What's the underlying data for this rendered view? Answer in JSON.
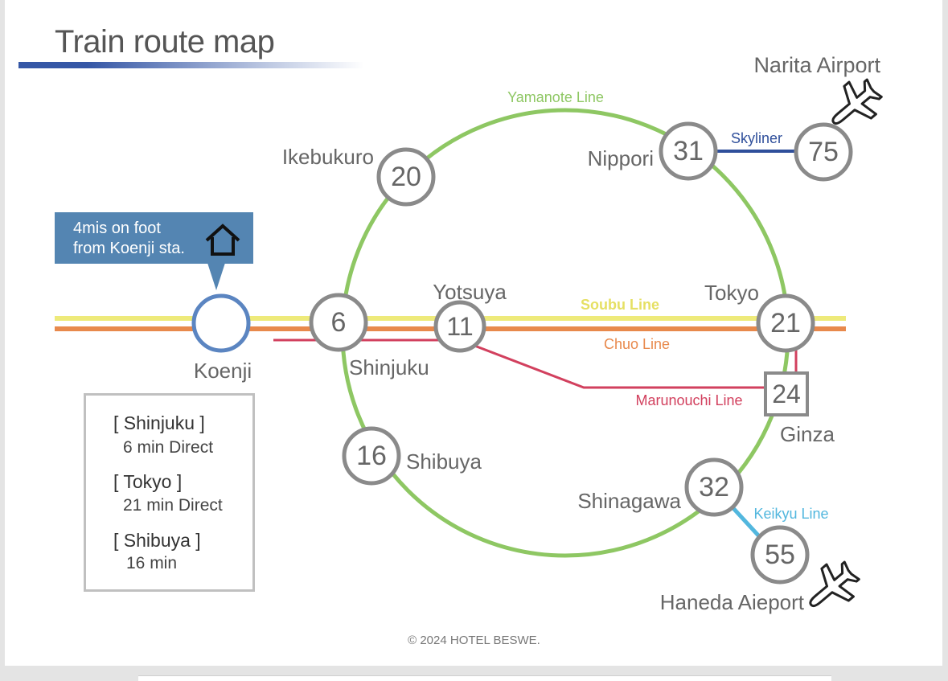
{
  "title": "Train route map",
  "callout": {
    "line1": "4mis on foot",
    "line2": "from Koenji sta."
  },
  "lines": {
    "yamanote": {
      "label": "Yamanote Line",
      "color": "#8ec763"
    },
    "soubu": {
      "label": "Soubu Line",
      "color": "#eeea7a"
    },
    "chuo": {
      "label": "Chuo Line",
      "color": "#e8894c"
    },
    "marunouchi": {
      "label": "Marunouchi Line",
      "color": "#d2405e"
    },
    "skyliner": {
      "label": "Skyliner",
      "color": "#2f4f9b"
    },
    "keikyu": {
      "label": "Keikyu Line",
      "color": "#52b7de"
    }
  },
  "stations": {
    "koenji": {
      "name": "Koenji"
    },
    "shinjuku": {
      "name": "Shinjuku",
      "minutes": "6"
    },
    "yotsuya": {
      "name": "Yotsuya",
      "minutes": "11"
    },
    "tokyo": {
      "name": "Tokyo",
      "minutes": "21"
    },
    "ikebukuro": {
      "name": "Ikebukuro",
      "minutes": "20"
    },
    "nippori": {
      "name": "Nippori",
      "minutes": "31"
    },
    "narita": {
      "name": "Narita Airport",
      "minutes": "75"
    },
    "ginza": {
      "name": "Ginza",
      "minutes": "24"
    },
    "shibuya": {
      "name": "Shibuya",
      "minutes": "16"
    },
    "shinagawa": {
      "name": "Shinagawa",
      "minutes": "32"
    },
    "haneda": {
      "name": "Haneda Aieport",
      "minutes": "55"
    }
  },
  "info": [
    {
      "title": "[ Shinjuku ]",
      "detail": "6 min Direct"
    },
    {
      "title": "[ Tokyo ]",
      "detail": "21 min Direct"
    },
    {
      "title": "[ Shibuya ]",
      "detail": "16 min"
    }
  ],
  "footer": "© 2024 HOTEL BESWE."
}
